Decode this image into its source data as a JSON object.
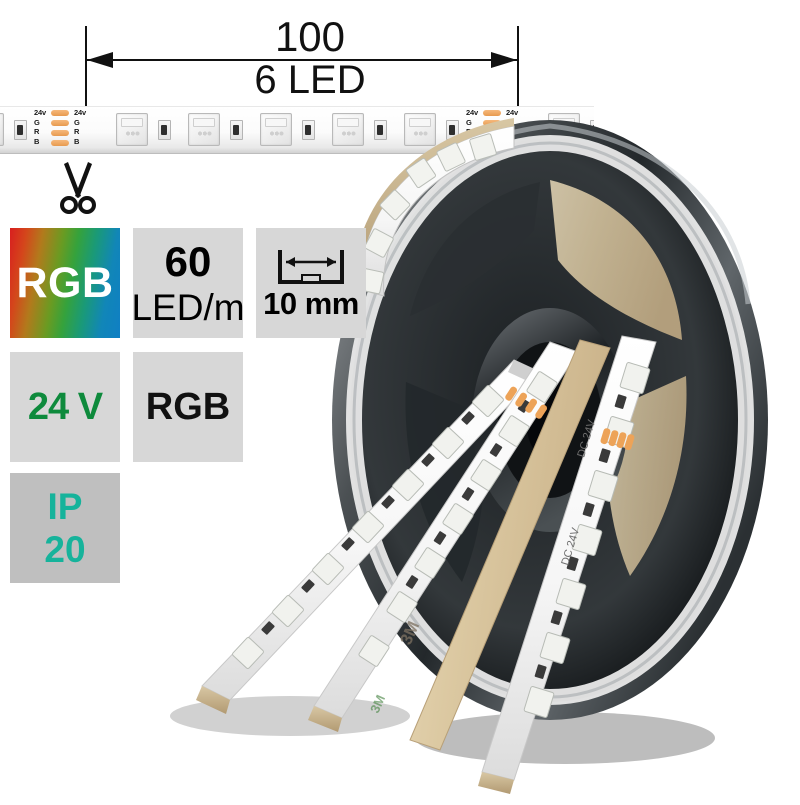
{
  "product": {
    "type": "led-strip-reel",
    "description": "RGB LED strip 60 LED/m on reel with specification badges"
  },
  "dimension": {
    "length_label": "100",
    "led_count_label": "6 LED",
    "unit_implied": "mm",
    "left_marker_icon": "scissors-icon",
    "right_marker_icon": "scissors-icon"
  },
  "strip_markings": {
    "pad_labels": [
      "24v",
      "G",
      "R",
      "B"
    ],
    "voltage_marking": "DC 24V",
    "adhesive_marking": "3M"
  },
  "badges": [
    {
      "id": "rgb-color",
      "label": "RGB",
      "style": "gradient",
      "text_color": "#ffffff",
      "gradient_from": "#d81f1f",
      "gradient_mid": "#35a23c",
      "gradient_to": "#0f7fc4"
    },
    {
      "id": "led-density",
      "line1": "60",
      "line2": "LED/m",
      "style": "grey",
      "background": "#d7d7d7",
      "text_color": "#111111"
    },
    {
      "id": "width",
      "line1": "10 mm",
      "icon": "width-measure-icon",
      "style": "grey",
      "background": "#d7d7d7",
      "text_color": "#111111"
    },
    {
      "id": "voltage",
      "label": "24 V",
      "style": "grey",
      "background": "#d7d7d7",
      "text_color": "#0e8a3c"
    },
    {
      "id": "color-mode",
      "label": "RGB",
      "style": "grey",
      "background": "#d7d7d7",
      "text_color": "#111111"
    },
    {
      "id": "ingress-protection",
      "line1": "IP",
      "line2": "20",
      "style": "grey-dark",
      "background": "#bfbfbf",
      "text_color": "#16b39b"
    }
  ]
}
